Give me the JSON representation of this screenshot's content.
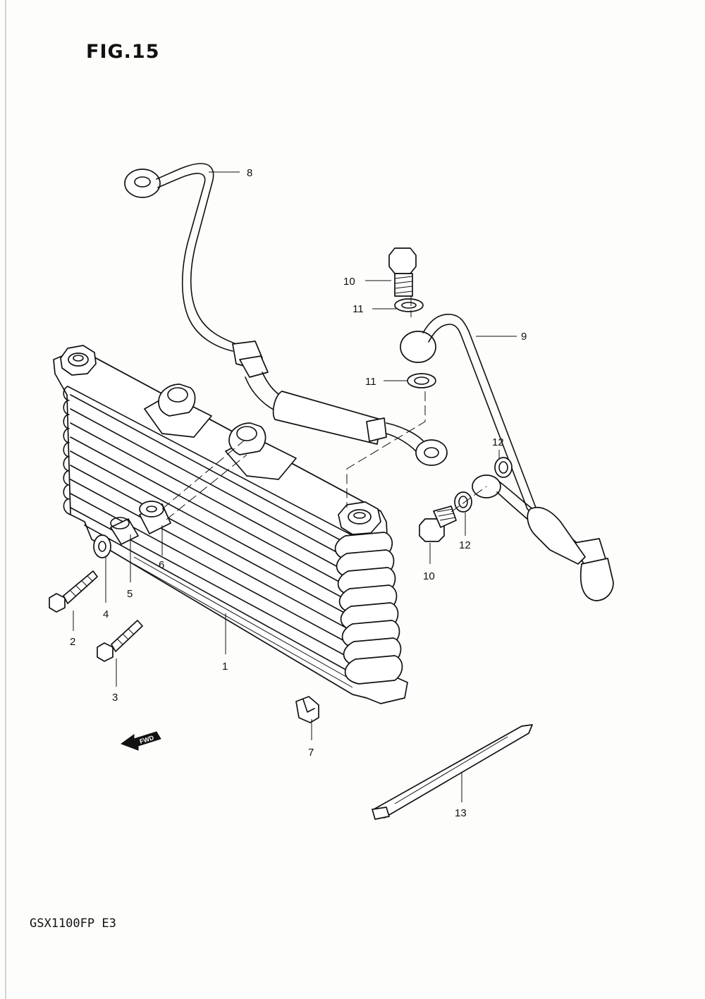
{
  "figure": {
    "title": "FIG.15",
    "model": "GSX1100FP E3",
    "fwd_badge": "FWD"
  },
  "callouts": [
    {
      "id": "c1",
      "label": "1"
    },
    {
      "id": "c2",
      "label": "2"
    },
    {
      "id": "c3",
      "label": "3"
    },
    {
      "id": "c4",
      "label": "4"
    },
    {
      "id": "c5",
      "label": "5"
    },
    {
      "id": "c6",
      "label": "6"
    },
    {
      "id": "c7",
      "label": "7"
    },
    {
      "id": "c8",
      "label": "8"
    },
    {
      "id": "c9",
      "label": "9"
    },
    {
      "id": "c10a",
      "label": "10"
    },
    {
      "id": "c10b",
      "label": "10"
    },
    {
      "id": "c11a",
      "label": "11"
    },
    {
      "id": "c11b",
      "label": "11"
    },
    {
      "id": "c12a",
      "label": "12"
    },
    {
      "id": "c12b",
      "label": "12"
    },
    {
      "id": "c13",
      "label": "13"
    }
  ]
}
